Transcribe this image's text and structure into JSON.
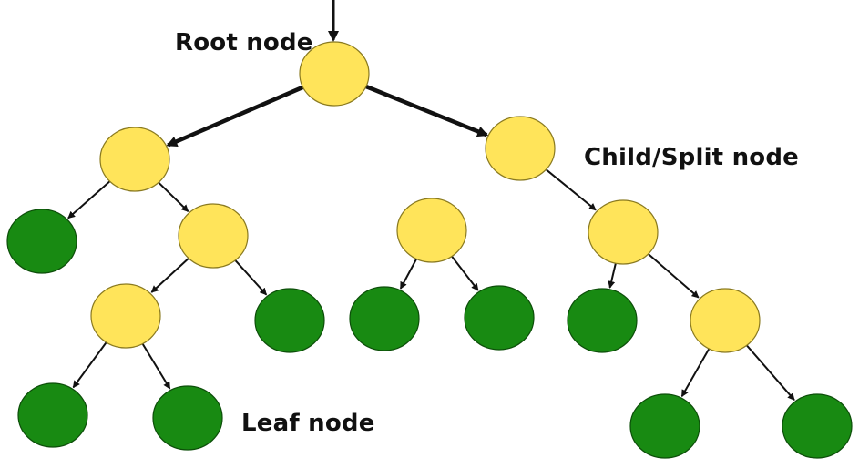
{
  "diagram": {
    "labels": {
      "root": "Root node",
      "child": "Child/Split node",
      "leaf": "Leaf node"
    },
    "colors": {
      "decision_fill": "#FFE45A",
      "decision_stroke": "#8A7A20",
      "leaf_fill": "#188A12",
      "leaf_stroke": "#0D4F0A",
      "edge": "#111111"
    },
    "nodes": [
      {
        "id": "root",
        "kind": "decision"
      },
      {
        "id": "L",
        "kind": "decision"
      },
      {
        "id": "R",
        "kind": "decision"
      },
      {
        "id": "LL",
        "kind": "leaf"
      },
      {
        "id": "LR",
        "kind": "decision"
      },
      {
        "id": "LRL",
        "kind": "decision"
      },
      {
        "id": "LRR",
        "kind": "leaf"
      },
      {
        "id": "LRLL",
        "kind": "leaf"
      },
      {
        "id": "LRLR",
        "kind": "leaf"
      },
      {
        "id": "RL",
        "kind": "decision"
      },
      {
        "id": "RLL",
        "kind": "leaf"
      },
      {
        "id": "RLR",
        "kind": "leaf"
      },
      {
        "id": "RR",
        "kind": "decision"
      },
      {
        "id": "RRL",
        "kind": "leaf"
      },
      {
        "id": "RRR",
        "kind": "decision"
      },
      {
        "id": "RRRL",
        "kind": "leaf"
      },
      {
        "id": "RRRR",
        "kind": "leaf"
      }
    ],
    "edges": [
      {
        "from": "root",
        "to": "L",
        "weight": "bold"
      },
      {
        "from": "root",
        "to": "R",
        "weight": "bold"
      },
      {
        "from": "L",
        "to": "LL"
      },
      {
        "from": "L",
        "to": "LR"
      },
      {
        "from": "LR",
        "to": "LRL"
      },
      {
        "from": "LR",
        "to": "LRR"
      },
      {
        "from": "LRL",
        "to": "LRLL"
      },
      {
        "from": "LRL",
        "to": "LRLR"
      },
      {
        "from": "RL",
        "to": "RLL"
      },
      {
        "from": "RL",
        "to": "RLR"
      },
      {
        "from": "R",
        "to": "RR"
      },
      {
        "from": "RR",
        "to": "RRL"
      },
      {
        "from": "RR",
        "to": "RRR"
      },
      {
        "from": "RRR",
        "to": "RRRL"
      },
      {
        "from": "RRR",
        "to": "RRRR"
      }
    ]
  }
}
